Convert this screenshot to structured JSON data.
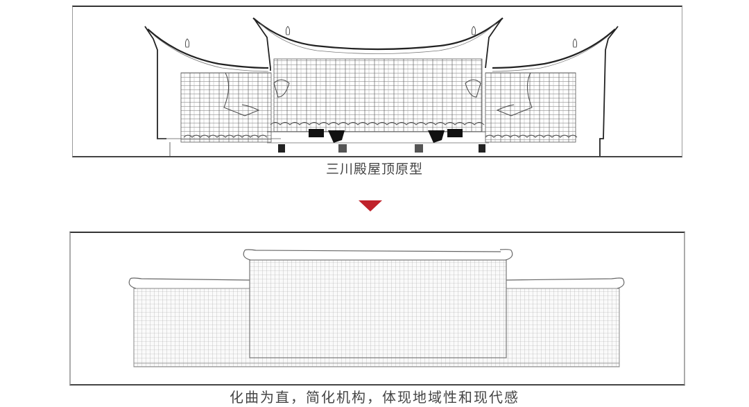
{
  "figure": {
    "top_panel": {
      "caption": "三川殿屋顶原型",
      "description": "Traditional Sanchuan hall roof elevation with curved swallowtail ridges, ridge figurines, tiled roof and dougong brackets"
    },
    "transition": {
      "icon": "arrow-down-icon",
      "color": "#c0222b"
    },
    "bottom_panel": {
      "caption": "化曲为直，简化机构，体现地域性和现代感",
      "description": "Simplified modern abstraction: straight flat roof volumes with gridded facade"
    },
    "colors": {
      "line": "#333333",
      "grid": "#9a9a9a",
      "caption": "#444444",
      "accent": "#c0222b"
    }
  }
}
